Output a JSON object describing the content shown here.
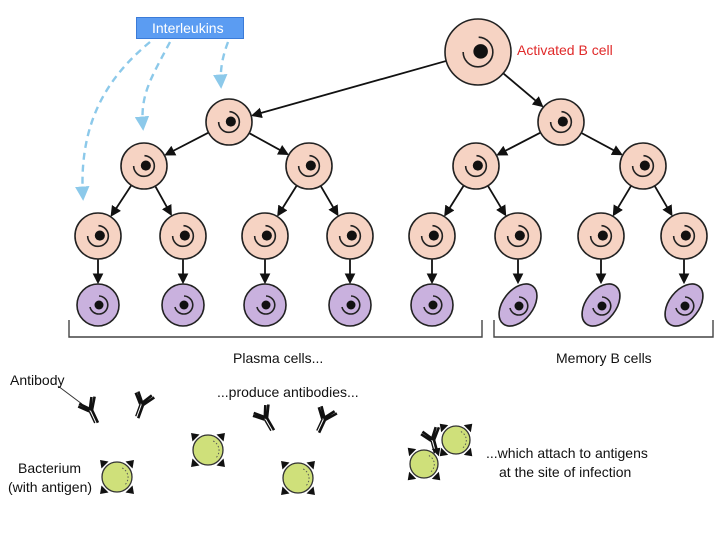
{
  "labels": {
    "interleukins": "Interleukins",
    "activated_b_cell": "Activated B cell",
    "plasma_cells": "Plasma cells...",
    "memory_b_cells": "Memory B cells",
    "antibody": "Antibody",
    "produce_antibodies": "...produce antibodies...",
    "bacterium_line1": "Bacterium",
    "bacterium_line2": "(with antigen)",
    "attach_line1": "...which attach to antigens",
    "attach_line2": "at the site of infection"
  },
  "colors": {
    "b_cell_fill": "#f6d3c3",
    "plasma_cell_fill": "#c9b1de",
    "bacterium_fill": "#cfe07a",
    "interleukin_box": "#5b9cf2",
    "interleukin_arrow": "#8cc9ea",
    "activated_label": "#e02a2a"
  },
  "counts": {
    "generation_1": 2,
    "generation_2": 4,
    "generation_3": 8,
    "plasma_cells": 5,
    "memory_b_cells": 3
  }
}
